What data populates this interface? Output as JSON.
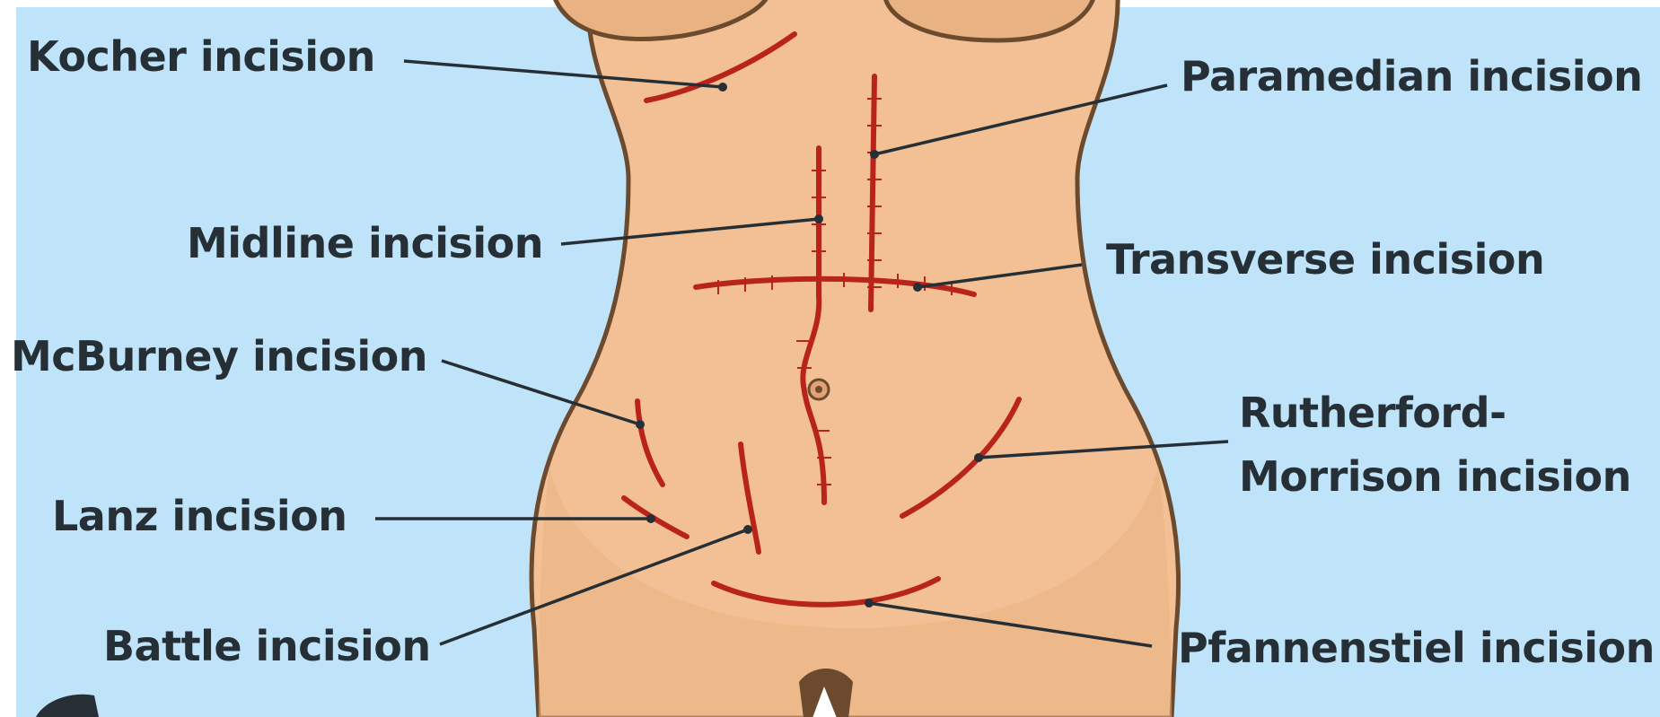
{
  "labels": {
    "kocher": "Kocher incision",
    "paramedian": "Paramedian incision",
    "midline": "Midline incision",
    "transverse": "Transverse incision",
    "mcburney": "McBurney incision",
    "rutherford_line1": "Rutherford-",
    "rutherford_line2": "Morrison incision",
    "lanz": "Lanz incision",
    "battle": "Battle incision",
    "pfannenstiel": "Pfannenstiel incision"
  },
  "colors": {
    "background": "#bfe3f8",
    "skin": "#f2c094",
    "skin_shade": "#dfa878",
    "outline": "#6b4a2e",
    "incision": "#b8241c",
    "leader": "#262f36",
    "text": "#262f36"
  }
}
